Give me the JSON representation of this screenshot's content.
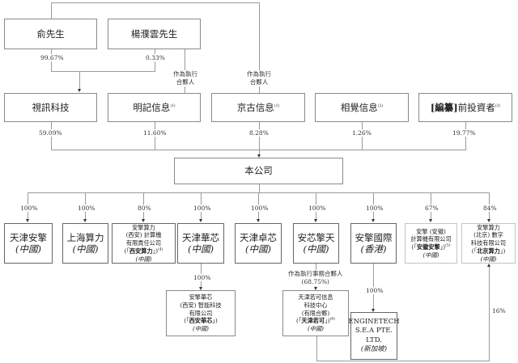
{
  "diagram": {
    "type": "shareholding-structure",
    "shareholders_top": [
      {
        "name": "俞先生"
      },
      {
        "name": "楊濮雲先生"
      }
    ],
    "top_to_shixun": [
      {
        "from": "俞先生",
        "pct": "99.67%"
      },
      {
        "from": "楊濮雲先生",
        "pct": "0.33%"
      }
    ],
    "gp_label": "作為執行\n合夥人",
    "gp_label_line1": "作為執行",
    "gp_label_line2": "合夥人",
    "shareholders_mid": [
      {
        "name": "視訊科技",
        "note": "",
        "pct": "59.09%"
      },
      {
        "name": "明記信息",
        "note": "(1)",
        "pct": "11.60%"
      },
      {
        "name": "京古信息",
        "note": "(1)",
        "pct": "8.28%"
      },
      {
        "name": "相覺信息",
        "note": "(2)",
        "pct": "1.26%"
      },
      {
        "name_bold": "[編纂]",
        "name": "前投資者",
        "note": "(3)",
        "pct": "19.77%"
      }
    ],
    "company": {
      "name": "本公司"
    },
    "subsidiaries": [
      {
        "pct": "100%",
        "line1": "天津安擎",
        "line2": "(中國)"
      },
      {
        "pct": "100%",
        "line1": "上海算力",
        "line2": "(中國)"
      },
      {
        "pct": "80%",
        "l1": "安擎算力",
        "l2": "(西安) 計算機",
        "l3": "有限責任公司",
        "l4_pre": "(「",
        "l4_bold": "西安算力",
        "l4_post": "」)",
        "note": "(4)",
        "l5": "(中國)"
      },
      {
        "pct": "100%",
        "line1": "天津華芯",
        "line2": "(中國)"
      },
      {
        "pct": "100%",
        "line1": "天津卓芯",
        "line2": "(中國)"
      },
      {
        "pct": "100%",
        "line1": "安芯擎天",
        "line2": "(中國)"
      },
      {
        "pct": "100%",
        "line1": "安擎國際",
        "line2": "(香港)"
      },
      {
        "pct": "67%",
        "l1": "安擎 (安徽)",
        "l2": "計算機有限公司",
        "l3_pre": "(「",
        "l3_bold": "安徽安擎",
        "l3_post": "」)",
        "note": "(5)",
        "l4": "(中國)"
      },
      {
        "pct": "84%",
        "l1": "安擎算力",
        "l2": "(北京) 數字",
        "l3": "科技有限公司",
        "l4_pre": "(「",
        "l4_bold": "北京算力",
        "l4_post": "」)",
        "l5": "(中國)"
      }
    ],
    "xian_huaxin": {
      "pct": "100%",
      "l1": "安擎華芯",
      "l2": "(西安) 智能科技",
      "l3": "有限公司",
      "l4_pre": "(「",
      "l4_bold": "西安華芯",
      "l4_post": "」)",
      "l5": "(中國)"
    },
    "tianjin_ruoke": {
      "label_line1": "作為執行事務合夥人",
      "label_line2": "(68.75%)",
      "l1": "天津若可信息",
      "l2": "科技中心",
      "l3": "(有限合夥)",
      "l4_pre": "(「",
      "l4_bold": "天津若可",
      "l4_post": "」)",
      "note": "(6)",
      "l5": "(中國)"
    },
    "enginetech": {
      "pct": "100%",
      "l1": "ENGINETECH",
      "l2": "S.E.A PTE.",
      "l3": "LTD.",
      "l4": "(新加坡)"
    },
    "ruoke_to_beijing_pct": "16%"
  }
}
